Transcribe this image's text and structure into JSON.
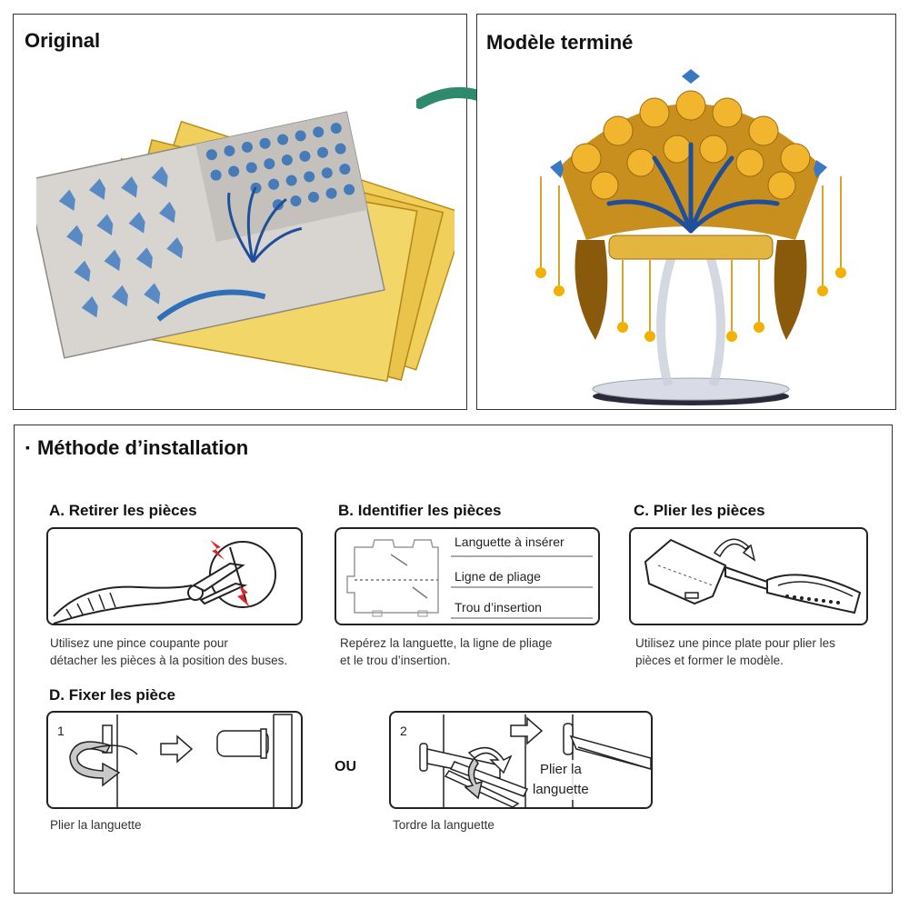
{
  "top": {
    "original_title": "Original",
    "finished_title": "Modèle terminé"
  },
  "method": {
    "title": "Méthode d’installation",
    "bullet": "▪"
  },
  "steps": {
    "a": {
      "title": "A. Retirer les pièces",
      "caption_line1": "Utilisez une pince coupante pour",
      "caption_line2": "détacher les pièces à la position des buses."
    },
    "b": {
      "title": "B. Identifier les pièces",
      "label_tab": "Languette à insérer",
      "label_fold": "Ligne de pliage",
      "label_hole": "Trou d’insertion",
      "caption_line1": "Repérez la languette, la ligne de pliage",
      "caption_line2": "et le trou d’insertion."
    },
    "c": {
      "title": "C. Plier les pièces",
      "caption_line1": "Utilisez une pince plate pour plier les",
      "caption_line2": "pièces et former le modèle."
    },
    "d": {
      "title": "D. Fixer les pièce",
      "option1_number": "1",
      "option2_number": "2",
      "or_label": "OU",
      "option2_label_line1": "Plier la",
      "option2_label_line2": "languette",
      "caption1": "Plier la languette",
      "caption2": "Tordre la languette"
    }
  },
  "colors": {
    "gold": "#e2b23a",
    "blue": "#2f6fb8",
    "silver": "#cfcfcf",
    "arrow_green": "#2e8a6c",
    "spark_red": "#e0242a",
    "arrow_gray": "#bdbdbd"
  }
}
